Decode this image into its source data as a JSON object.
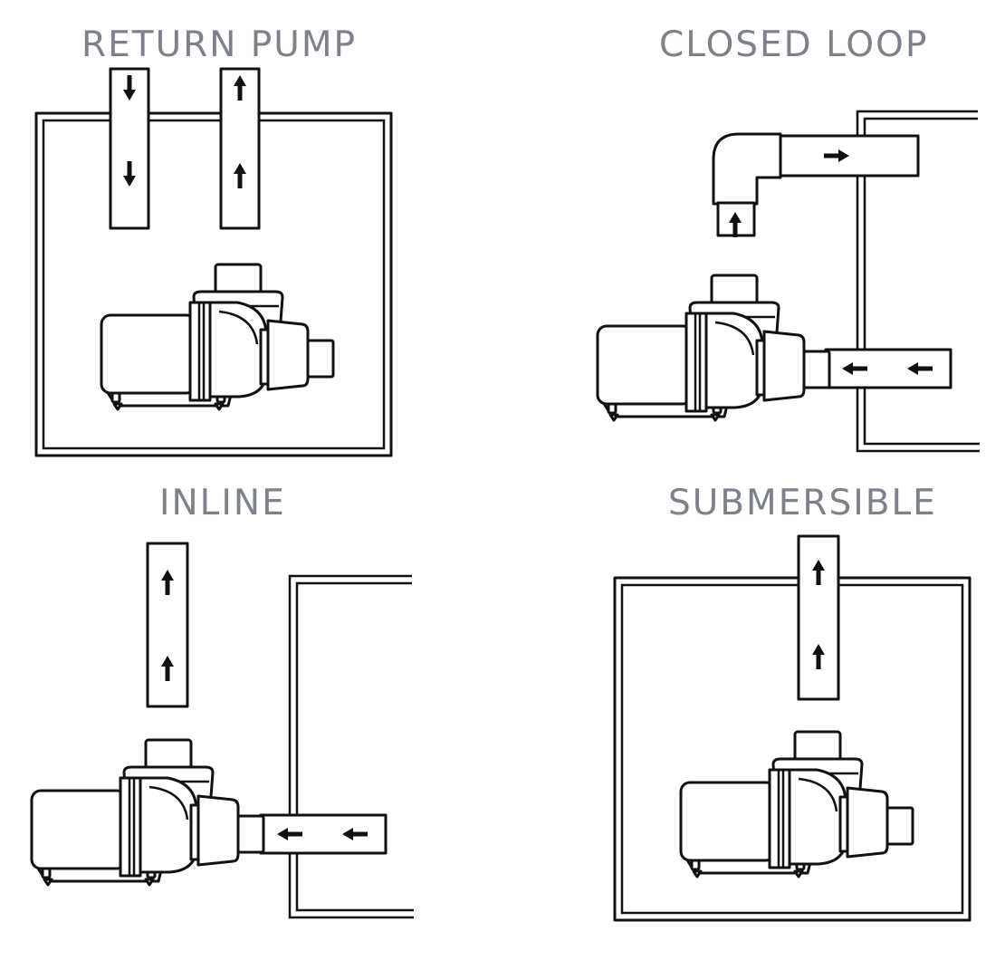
{
  "panels": [
    {
      "id": "return-pump",
      "title": "RETURN PUMP"
    },
    {
      "id": "closed-loop",
      "title": "CLOSED LOOP"
    },
    {
      "id": "inline",
      "title": "INLINE"
    },
    {
      "id": "submersible",
      "title": "SUBMERSIBLE"
    }
  ],
  "colors": {
    "title_gray": "#7d8189",
    "line": "#111111",
    "background": "#ffffff"
  },
  "icons": [
    "pump-icon",
    "pipe-icon",
    "flow-arrow-icon",
    "tank-icon",
    "elbow-fitting-icon"
  ]
}
